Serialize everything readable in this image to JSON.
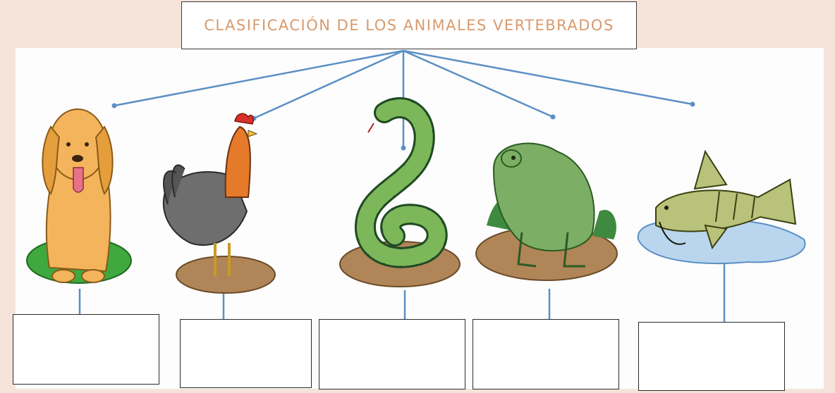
{
  "title": "CLASIFICACIÓN DE LOS ANIMALES VERTEBRADOS",
  "colors": {
    "background": "#f6e3da",
    "connector": "#5b8fc4",
    "title_text": "#d99a6c"
  },
  "animals": [
    {
      "name": "dog",
      "icon": "dog-icon",
      "answer": ""
    },
    {
      "name": "rooster",
      "icon": "rooster-icon",
      "answer": ""
    },
    {
      "name": "snake",
      "icon": "snake-icon",
      "answer": ""
    },
    {
      "name": "frog",
      "icon": "frog-icon",
      "answer": ""
    },
    {
      "name": "fish",
      "icon": "fish-icon",
      "answer": ""
    }
  ]
}
